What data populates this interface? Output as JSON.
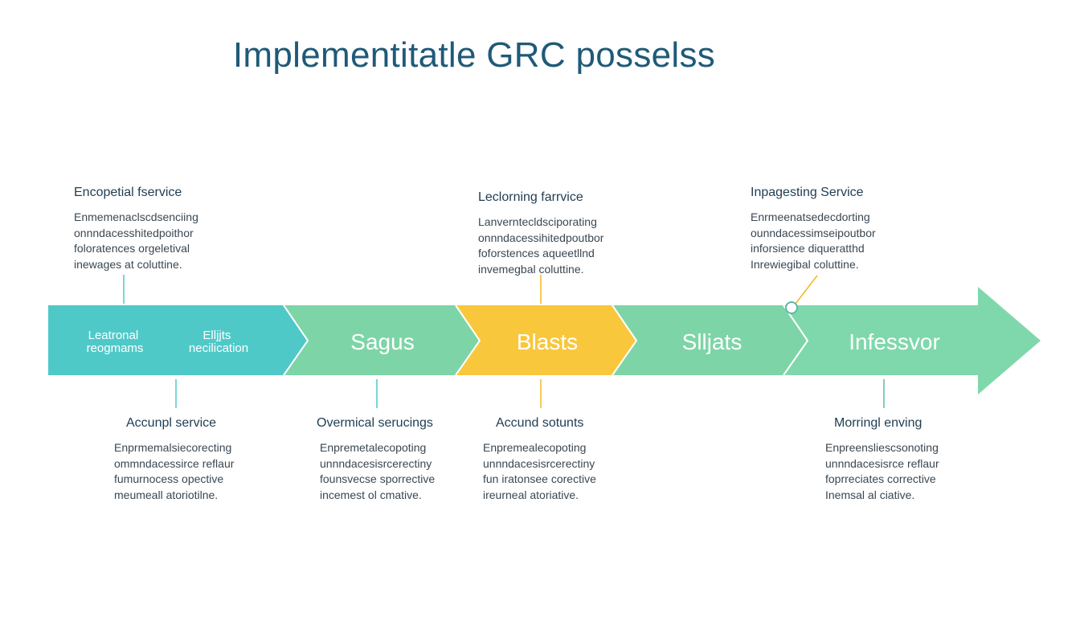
{
  "title": "Implementitatle GRC posselss",
  "stages": [
    {
      "label_left": [
        "Leatronal",
        "reogmams"
      ],
      "label_right": [
        "Elljjts",
        "necilication"
      ],
      "color": "#4fc9c8"
    },
    {
      "label": "Sagus",
      "color": "#7dd5a7"
    },
    {
      "label": "Blasts",
      "color": "#f9c73c"
    },
    {
      "label": "Slljats",
      "color": "#7dd5a7"
    },
    {
      "label": "Infessvor",
      "color": "#7fd8ab"
    }
  ],
  "top_notes": [
    {
      "heading": "Encopetial fservice",
      "lines": [
        "Enmemenaclscdsenciing",
        "onnndacesshitedpoithor",
        "foloratences orgeletival",
        "inewages at coluttine."
      ]
    },
    {
      "heading": "Leclorning farrvice",
      "lines": [
        "Lanverntecldsciporating",
        "onnndacessihitedpoutbor",
        "foforstences aqueetllnd",
        "invemegbal coluttine."
      ]
    },
    {
      "heading": "Inpagesting Service",
      "lines": [
        "Enrmeenatsedecdorting",
        "ounndacessimseipoutbor",
        "inforsience diqueratthd",
        "Inrewiegibal coluttine."
      ]
    }
  ],
  "bottom_notes": [
    {
      "heading": "Accunpl service",
      "lines": [
        "Enprmemalsiecorecting",
        "ommndacessirce reflaur",
        "fumurnocess opective",
        "meumeall atoriotilne."
      ]
    },
    {
      "heading": "Overmical serucings",
      "lines": [
        "Enpremetalecopoting",
        "unnndacesisrcerectiny",
        "founsvecse sporrective",
        "incemest ol cmative."
      ]
    },
    {
      "heading": "Accund sotunts",
      "lines": [
        "Enpremealecopoting",
        "unnndacesisrcerectiny",
        "fun iratonsee corective",
        "ireurneal atoriative."
      ]
    },
    {
      "heading": "Morringl enving",
      "lines": [
        "Enpreensliescsonoting",
        "unnndacesisrce reflaur",
        "foprreciates corrective",
        "Inemsal al ciative."
      ]
    }
  ]
}
